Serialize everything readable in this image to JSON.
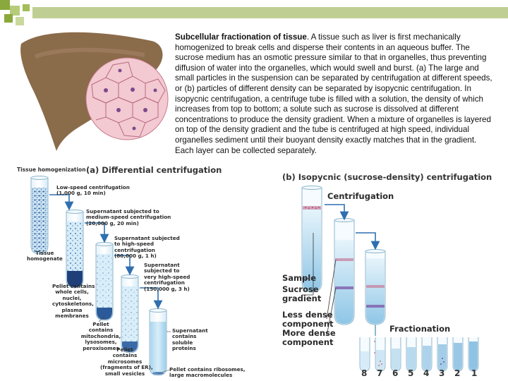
{
  "caption": {
    "title": "Subcellular fractionation of tissue",
    "body": ". A tissue such as liver is first mechanically homogenized to break cells and disperse their contents in an aqueous buffer. The sucrose medium has an osmotic pressure similar to that in organelles, thus preventing diffusion of water into the organelles, which would swell and burst. (a) The large and small particles in the suspension can be separated by centrifugation at different speeds, or (b) particles of different density can be separated by isopycnic centrifugation. In isopycnic centrifugation, a centrifuge tube is filled with a solution, the density of which increases from top to bottom; a solute such as sucrose is dissolved at different concentrations to produce the density gradient. When a mixture of organelles is layered on top of the density gradient and the tube is centrifuged at high speed, individual organelles sediment until their buoyant density exactly matches that in the gradient. Each layer can be collected separately."
  },
  "panel_a": {
    "tissue_homogenization": "Tissue homogenization",
    "title": "(a)  Differential centrifugation",
    "low_speed": "Low-speed centrifugation\n(1,000 g, 10 min)",
    "tissue_homogenate": "Tissue\nhomogenate",
    "supernatant_1": "Supernatant subjected to\nmedium-speed centrifugation\n(20,000 g, 20 min)",
    "pellet_1": "Pellet contains\nwhole cells,\nnuclei,\ncytoskeletons,\nplasma\nmembranes",
    "supernatant_2": "Supernatant subjected\nto high-speed\ncentrifugation\n(80,000 g, 1 h)",
    "pellet_2": "Pellet\ncontains\nmitochondria,\nlysosomes,\nperoxisomes",
    "supernatant_3": "Supernatant\nsubjected to\nvery high-speed\ncentrifugation\n(150,000 g, 3 h)",
    "pellet_3": "Pellet\ncontains\nmicrosomes\n(fragments of ER),\nsmall vesicles",
    "supernatant_4": "Supernatant\ncontains\nsoluble\nproteins",
    "pellet_4": "Pellet contains ribosomes,\nlarge macromolecules"
  },
  "panel_b": {
    "title": "(b)  Isopycnic (sucrose-density) centrifugation",
    "centrifugation": "Centrifugation",
    "sample": "Sample",
    "sucrose_gradient": "Sucrose\ngradient",
    "less_dense": "Less dense\ncomponent",
    "more_dense": "More dense\ncomponent",
    "fractionation": "Fractionation",
    "fraction_numbers": [
      "8",
      "7",
      "6",
      "5",
      "4",
      "3",
      "2",
      "1"
    ]
  },
  "colors": {
    "accent_green": "#8aa83c",
    "liquid_blue": "#bfe2f4",
    "arrow_blue": "#2f6fb0",
    "liver_brown": "#8a6b4a"
  }
}
